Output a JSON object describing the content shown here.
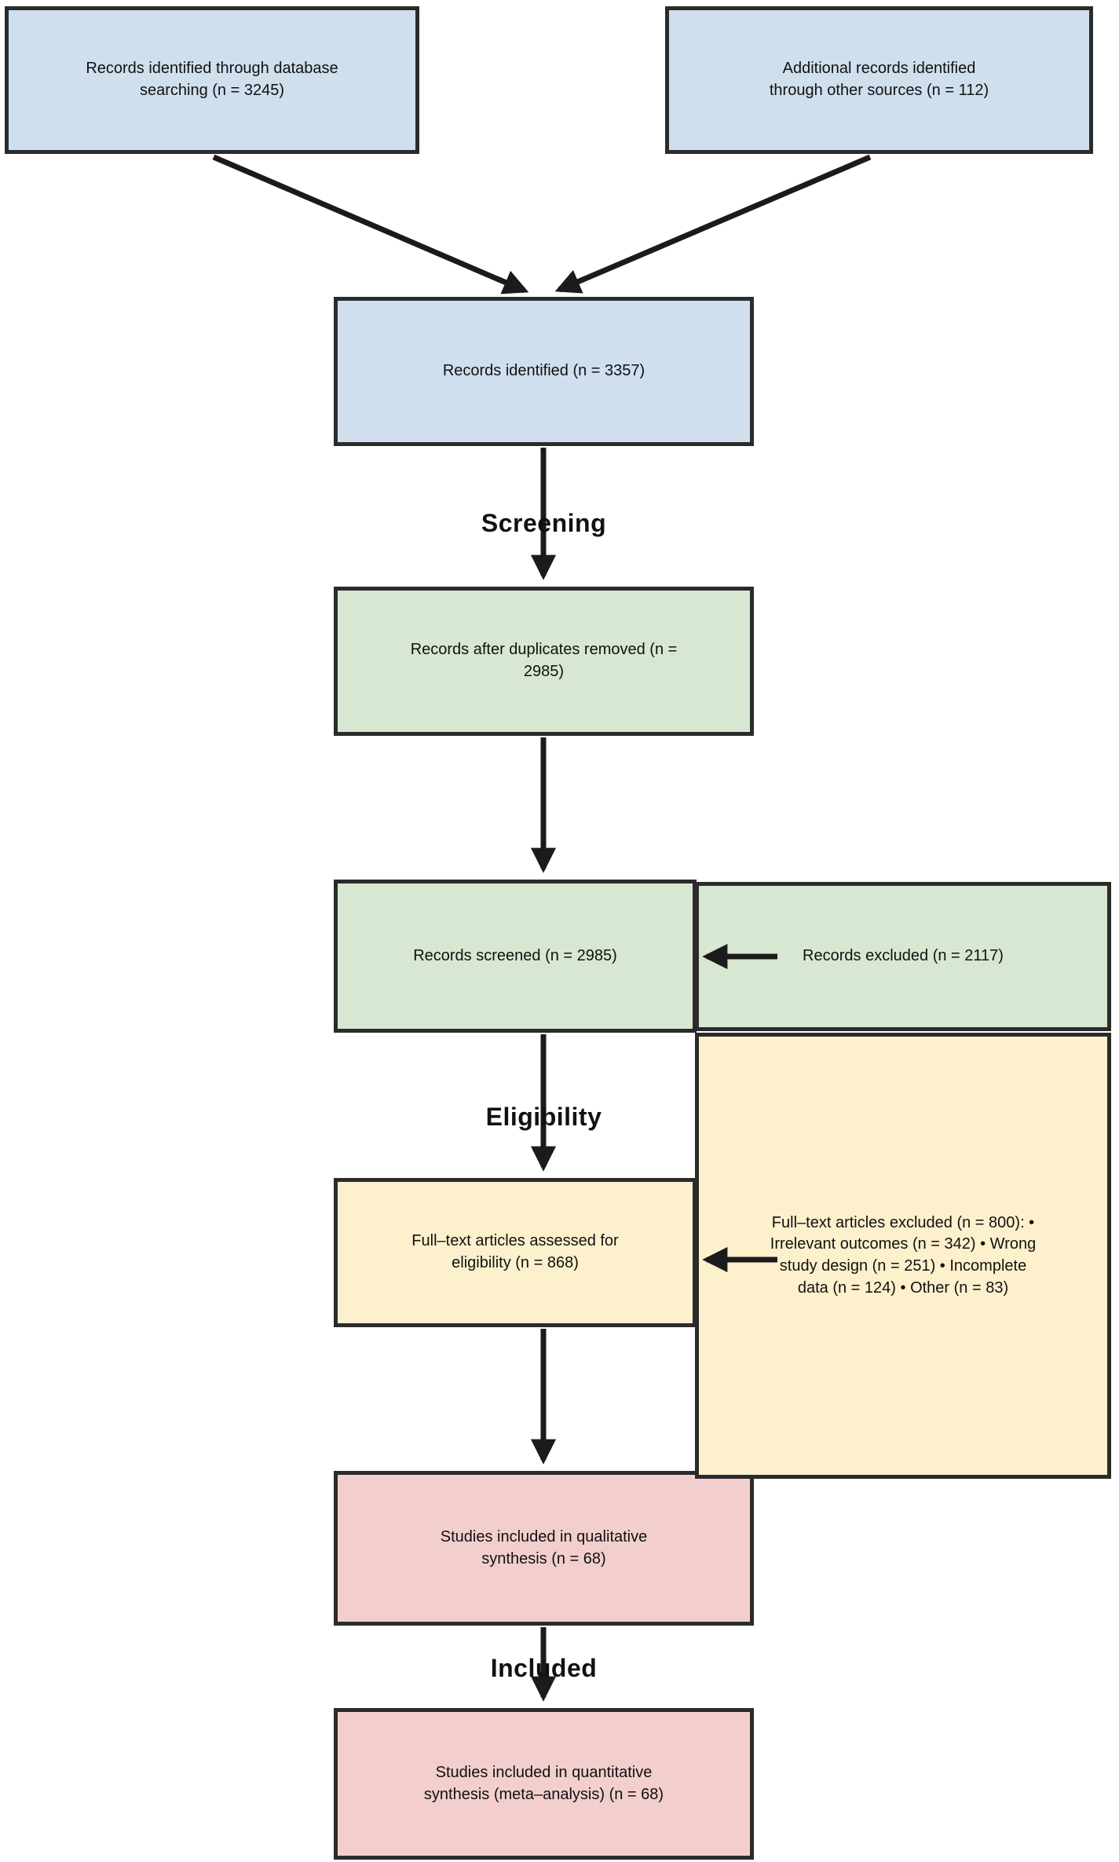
{
  "diagram": {
    "type": "prisma-flow-diagram",
    "stages": {
      "screening_label": "Screening",
      "eligibility_label": "Eligibility",
      "included_label": "Included"
    },
    "boxes": {
      "database_search": {
        "text": "Records identified through database searching (n = 3245)",
        "n": 3245
      },
      "other_sources": {
        "text": "Additional records identified through other sources (n = 112)",
        "n": 112
      },
      "records_identified": {
        "text": "Records identified (n = 3357)",
        "n": 3357
      },
      "duplicates_removed": {
        "text": "Records after duplicates removed (n = 2985)",
        "n": 2985
      },
      "records_screened": {
        "text": "Records screened (n = 2985)",
        "n": 2985
      },
      "records_excluded": {
        "text": "Records excluded (n = 2117)",
        "n": 2117
      },
      "fulltext_assessed": {
        "text": "Full–text articles assessed for eligibility (n = 868)",
        "n": 868
      },
      "fulltext_excluded": {
        "text": "Full–text articles excluded (n = 800): • Irrelevant outcomes (n = 342) • Wrong study design (n = 251) • Incomplete data (n = 124) • Other (n = 83)",
        "n": 800,
        "breakdown": {
          "irrelevant_outcomes": 342,
          "wrong_study_design": 251,
          "incomplete_data": 124,
          "other": 83
        }
      },
      "qualitative_synthesis": {
        "text": "Studies included in qualitative synthesis (n = 68)",
        "n": 68
      },
      "quantitative_synthesis": {
        "text": "Studies included in quantitative synthesis (meta–analysis) (n = 68)",
        "n": 68
      }
    },
    "colors": {
      "identification_fill": "#cfdfee",
      "screening_fill": "#d8e7d1",
      "eligibility_fill": "#fdf0cc",
      "included_fill": "#f2cfcd",
      "box_border": "#2b2b2b",
      "arrow": "#1b1b1b"
    }
  }
}
